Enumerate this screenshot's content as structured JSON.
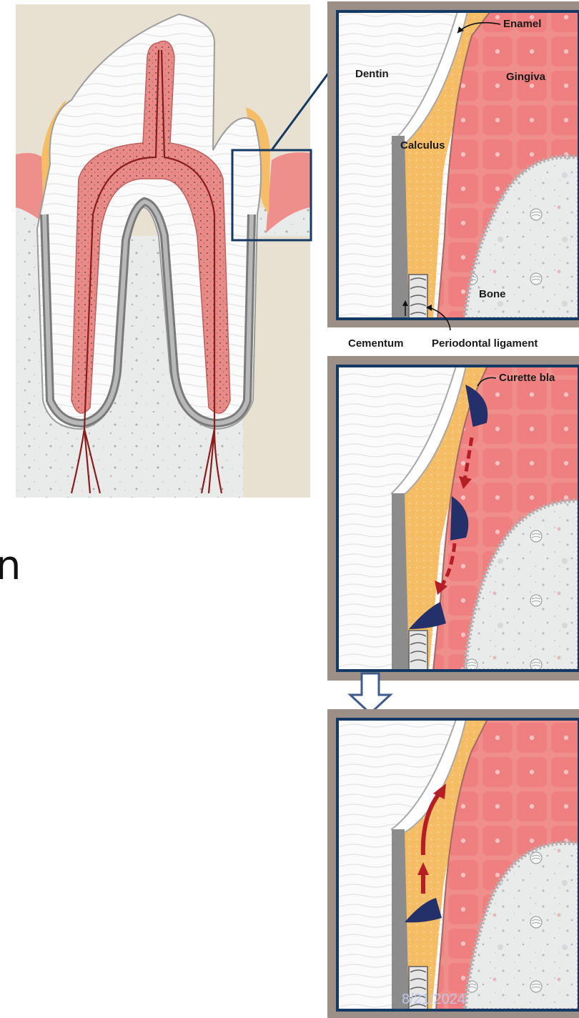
{
  "labels": {
    "enamel": "Enamel",
    "dentin": "Dentin",
    "gingiva": "Gingiva",
    "calculus": "Calculus",
    "bone": "Bone",
    "cementum": "Cementum",
    "periodontal_ligament": "Periodontal ligament",
    "curette_blade": "Curette bla"
  },
  "slide": {
    "edge_glyph": "n",
    "date": "8/21/2024"
  },
  "colors": {
    "gingiva": "#ef8f8c",
    "calculus": "#f6bd67",
    "frame": "#9b8f87",
    "border": "#143a64",
    "blade": "#23306a",
    "arrow": "#b51e25",
    "bone": "#e9eaea",
    "cementum": "#8c8c8c"
  }
}
